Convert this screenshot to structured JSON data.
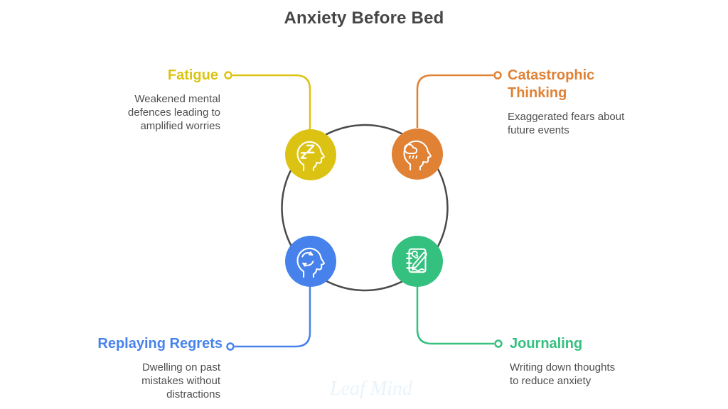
{
  "title": "Anxiety Before Bed",
  "ring_color": "#4a4a4a",
  "watermark": "Leaf Mind",
  "items": [
    {
      "label": "Fatigue",
      "description": "Weakened mental defences leading to amplified worries",
      "color": "#dcc313",
      "icon": "sleepy-head-icon",
      "position": "top-left"
    },
    {
      "label": "Catastrophic Thinking",
      "description": "Exaggerated fears about future events",
      "color": "#e08134",
      "icon": "storm-cloud-head-icon",
      "position": "top-right"
    },
    {
      "label": "Replaying Regrets",
      "description": "Dwelling on past mistakes without distractions",
      "color": "#4782ec",
      "icon": "cycle-head-icon",
      "position": "bottom-left"
    },
    {
      "label": "Journaling",
      "description": "Writing down thoughts to reduce anxiety",
      "color": "#34c07e",
      "icon": "journal-pen-icon",
      "position": "bottom-right"
    }
  ]
}
